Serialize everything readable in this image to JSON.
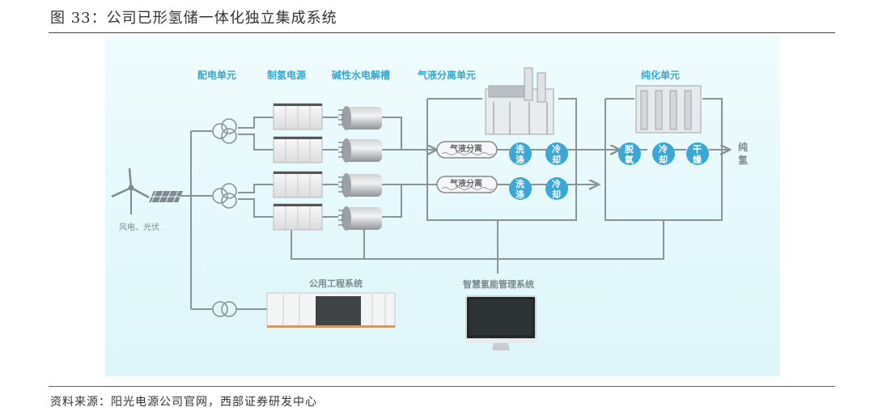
{
  "figure": {
    "title": "图 33：公司已形氢储一体化独立集成系统",
    "source": "资料来源：阳光电源公司官网，西部证券研发中心"
  },
  "diagram": {
    "section_labels": {
      "power_distribution": "配电单元",
      "hydrogen_power_supply": "制氢电源",
      "alkaline_electrolyzer": "碱性水电解槽",
      "gas_liquid_separation": "气液分离单元",
      "purification": "纯化单元",
      "utility_engineering": "公用工程系统",
      "smart_hydrogen_management": "智慧氢能管理系统"
    },
    "energy_source_label": "风电、光伏",
    "separator_pills": [
      "气液分离",
      "气液分离"
    ],
    "separation_steps": [
      [
        {
          "top": "洗",
          "bottom": "涤"
        },
        {
          "top": "冷",
          "bottom": "却"
        }
      ],
      [
        {
          "top": "洗",
          "bottom": "涤"
        },
        {
          "top": "冷",
          "bottom": "却"
        }
      ]
    ],
    "purification_steps": [
      {
        "top": "脱",
        "bottom": "氧"
      },
      {
        "top": "冷",
        "bottom": "却"
      },
      {
        "top": "干",
        "bottom": "燥"
      }
    ],
    "output_label": {
      "top": "纯",
      "bottom": "氢"
    },
    "colors": {
      "accent_blue": "#3aa7d4",
      "line_grey": "#8a9498",
      "panel_bg": "#e4f8fb"
    }
  }
}
